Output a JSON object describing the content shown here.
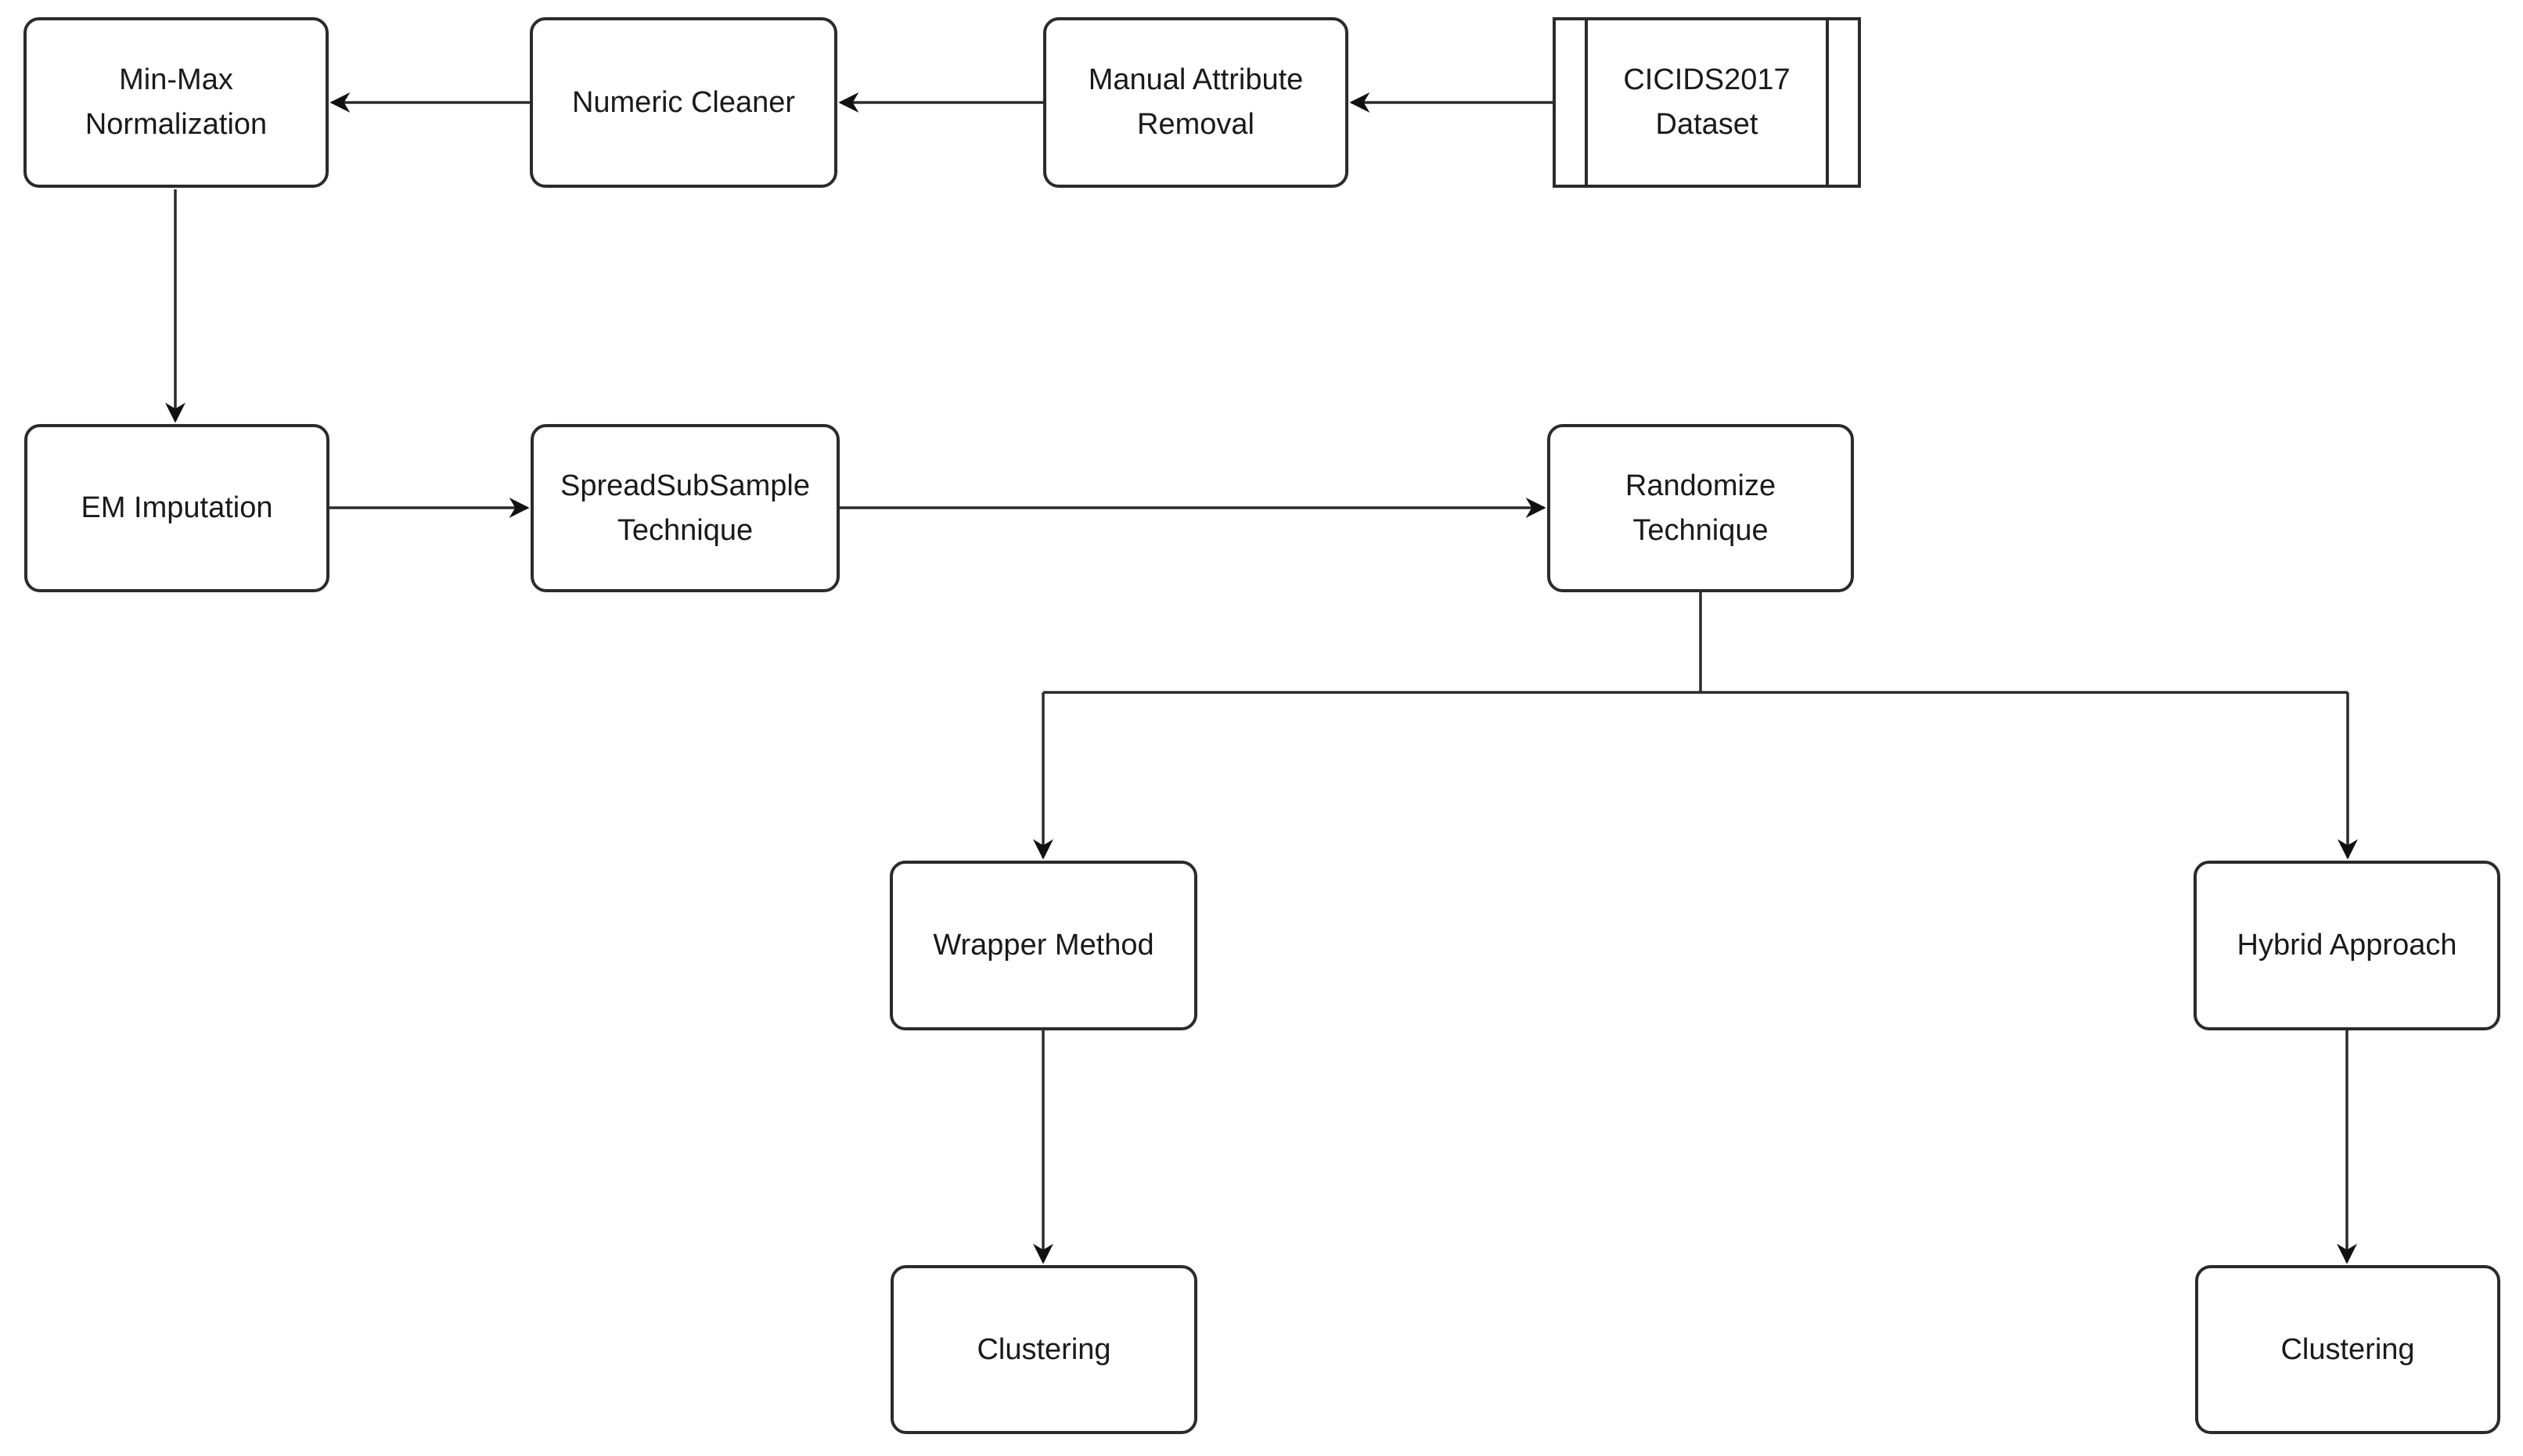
{
  "diagram": {
    "background_color": "#ffffff",
    "stroke_color": "#2b2b2b",
    "text_color": "#1a1a1a",
    "nodes": {
      "cicids_dataset": {
        "label": "CICIDS2017\nDataset",
        "shape": "predefined-process"
      },
      "manual_attribute_removal": {
        "label": "Manual Attribute\nRemoval",
        "shape": "rounded-rectangle"
      },
      "numeric_cleaner": {
        "label": "Numeric Cleaner",
        "shape": "rounded-rectangle"
      },
      "min_max_normalization": {
        "label": "Min-Max\nNormalization",
        "shape": "rounded-rectangle"
      },
      "em_imputation": {
        "label": "EM Imputation",
        "shape": "rounded-rectangle"
      },
      "spreadsubsample_technique": {
        "label": "SpreadSubSample\nTechnique",
        "shape": "rounded-rectangle"
      },
      "randomize_technique": {
        "label": "Randomize\nTechnique",
        "shape": "rounded-rectangle"
      },
      "wrapper_method": {
        "label": "Wrapper Method",
        "shape": "rounded-rectangle"
      },
      "hybrid_approach": {
        "label": "Hybrid Approach",
        "shape": "rounded-rectangle"
      },
      "clustering_wrapper": {
        "label": "Clustering",
        "shape": "rounded-rectangle"
      },
      "clustering_hybrid": {
        "label": "Clustering",
        "shape": "rounded-rectangle"
      }
    },
    "edges": [
      {
        "from": "CICIDS2017 Dataset",
        "to": "Manual Attribute Removal"
      },
      {
        "from": "Manual Attribute Removal",
        "to": "Numeric Cleaner"
      },
      {
        "from": "Numeric Cleaner",
        "to": "Min-Max Normalization"
      },
      {
        "from": "Min-Max Normalization",
        "to": "EM Imputation"
      },
      {
        "from": "EM Imputation",
        "to": "SpreadSubSample Technique"
      },
      {
        "from": "SpreadSubSample Technique",
        "to": "Randomize Technique"
      },
      {
        "from": "Randomize Technique",
        "to": "Wrapper Method"
      },
      {
        "from": "Randomize Technique",
        "to": "Hybrid Approach"
      },
      {
        "from": "Wrapper Method",
        "to": "Clustering"
      },
      {
        "from": "Hybrid Approach",
        "to": "Clustering"
      }
    ]
  }
}
